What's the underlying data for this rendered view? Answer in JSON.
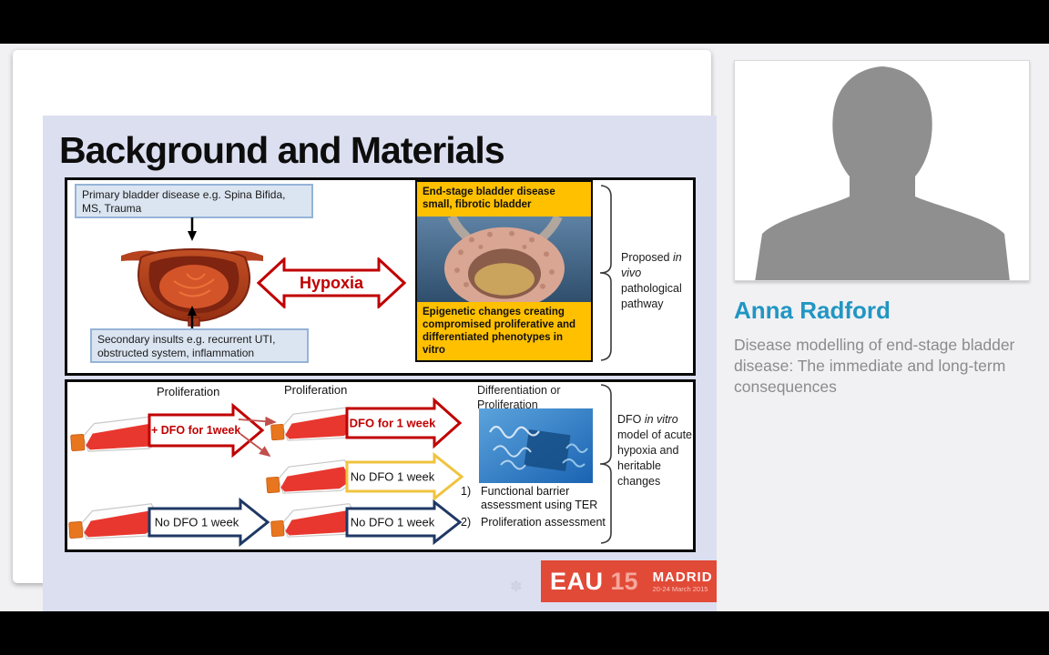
{
  "colors": {
    "red": "#c00000",
    "amber": "#ffc000",
    "gold": "#f0c33f",
    "navy": "#1f3864",
    "blue_fill": "#dbe5f1",
    "blue_border": "#95b3d7",
    "slide_bg": "#dcdff0",
    "logo_red": "#e24a38",
    "name_blue": "#2196c3",
    "text_gray": "#8b8b8b",
    "avatar_gray": "#8f8f8f"
  },
  "slide": {
    "title": "Background and Materials",
    "top": {
      "primary_box": "Primary bladder disease e.g. Spina Bifida, MS, Trauma",
      "secondary_box": "Secondary insults e.g. recurrent UTI, obstructed system, inflammation",
      "hypoxia": "Hypoxia",
      "end_stage_box": "End-stage bladder disease small, fibrotic bladder",
      "epigenetic_box": "Epigenetic changes creating compromised proliferative and differentiated phenotypes in vitro",
      "pathway_label": {
        "pre": "Proposed ",
        "italic": "in vivo",
        "post": " pathological pathway"
      }
    },
    "bottom": {
      "proliferation_1": "Proliferation",
      "proliferation_2": "Proliferation",
      "differentiation": "Differentiation or Proliferation",
      "arrow_plus_dfo": "+ DFO for 1week",
      "arrow_dfo_week": "DFO for 1 week",
      "arrow_no_dfo_mid": "No DFO 1 week",
      "arrow_no_dfo_left": "No DFO 1 week",
      "arrow_no_dfo_right": "No DFO 1 week",
      "list": [
        {
          "num": "1)",
          "text": "Functional barrier assessment using TER"
        },
        {
          "num": "2)",
          "text": "Proliferation assessment"
        }
      ],
      "dfo_label": {
        "pre": "DFO ",
        "italic": "in vitro",
        "post": " model of acute hypoxia and heritable changes"
      }
    },
    "logo": {
      "org": "EAU",
      "year": "15",
      "city": "MADRID",
      "dates": "20-24 March 2015"
    },
    "watermark_icon": "✽"
  },
  "speaker": {
    "name": "Anna Radford",
    "talk_title": "Disease modelling of end-stage bladder disease: The immediate and long-term consequences"
  }
}
